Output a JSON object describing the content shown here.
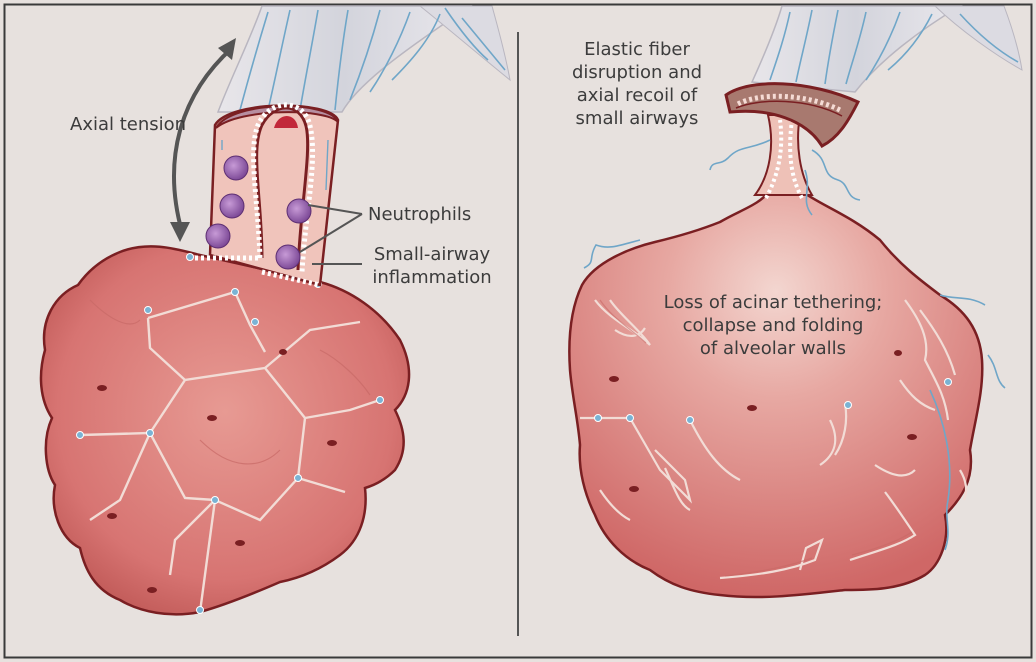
{
  "labels": {
    "axial_tension": "Axial tension",
    "neutrophils": "Neutrophils",
    "small_airway_inflammation": [
      "Small-airway",
      "inflammation"
    ],
    "elastic_fiber": [
      "Elastic fiber",
      "disruption and",
      "axial recoil of",
      "small airways"
    ],
    "loss_of_tethering": [
      "Loss of acinar tethering;",
      "collapse and folding",
      "of alveolar walls"
    ]
  },
  "colors": {
    "background": "#e7e1de",
    "alveolus": "#d97a78",
    "alveolus_dark": "#a8413f",
    "outline": "#7a1f22",
    "airway_wall": "#eec1b7",
    "airway_cap": "#b78ea0",
    "neutrophil": "#9d6bb3",
    "fiber": "#6fa6c8",
    "divider": "#555555",
    "label": "#3c3c3c"
  }
}
